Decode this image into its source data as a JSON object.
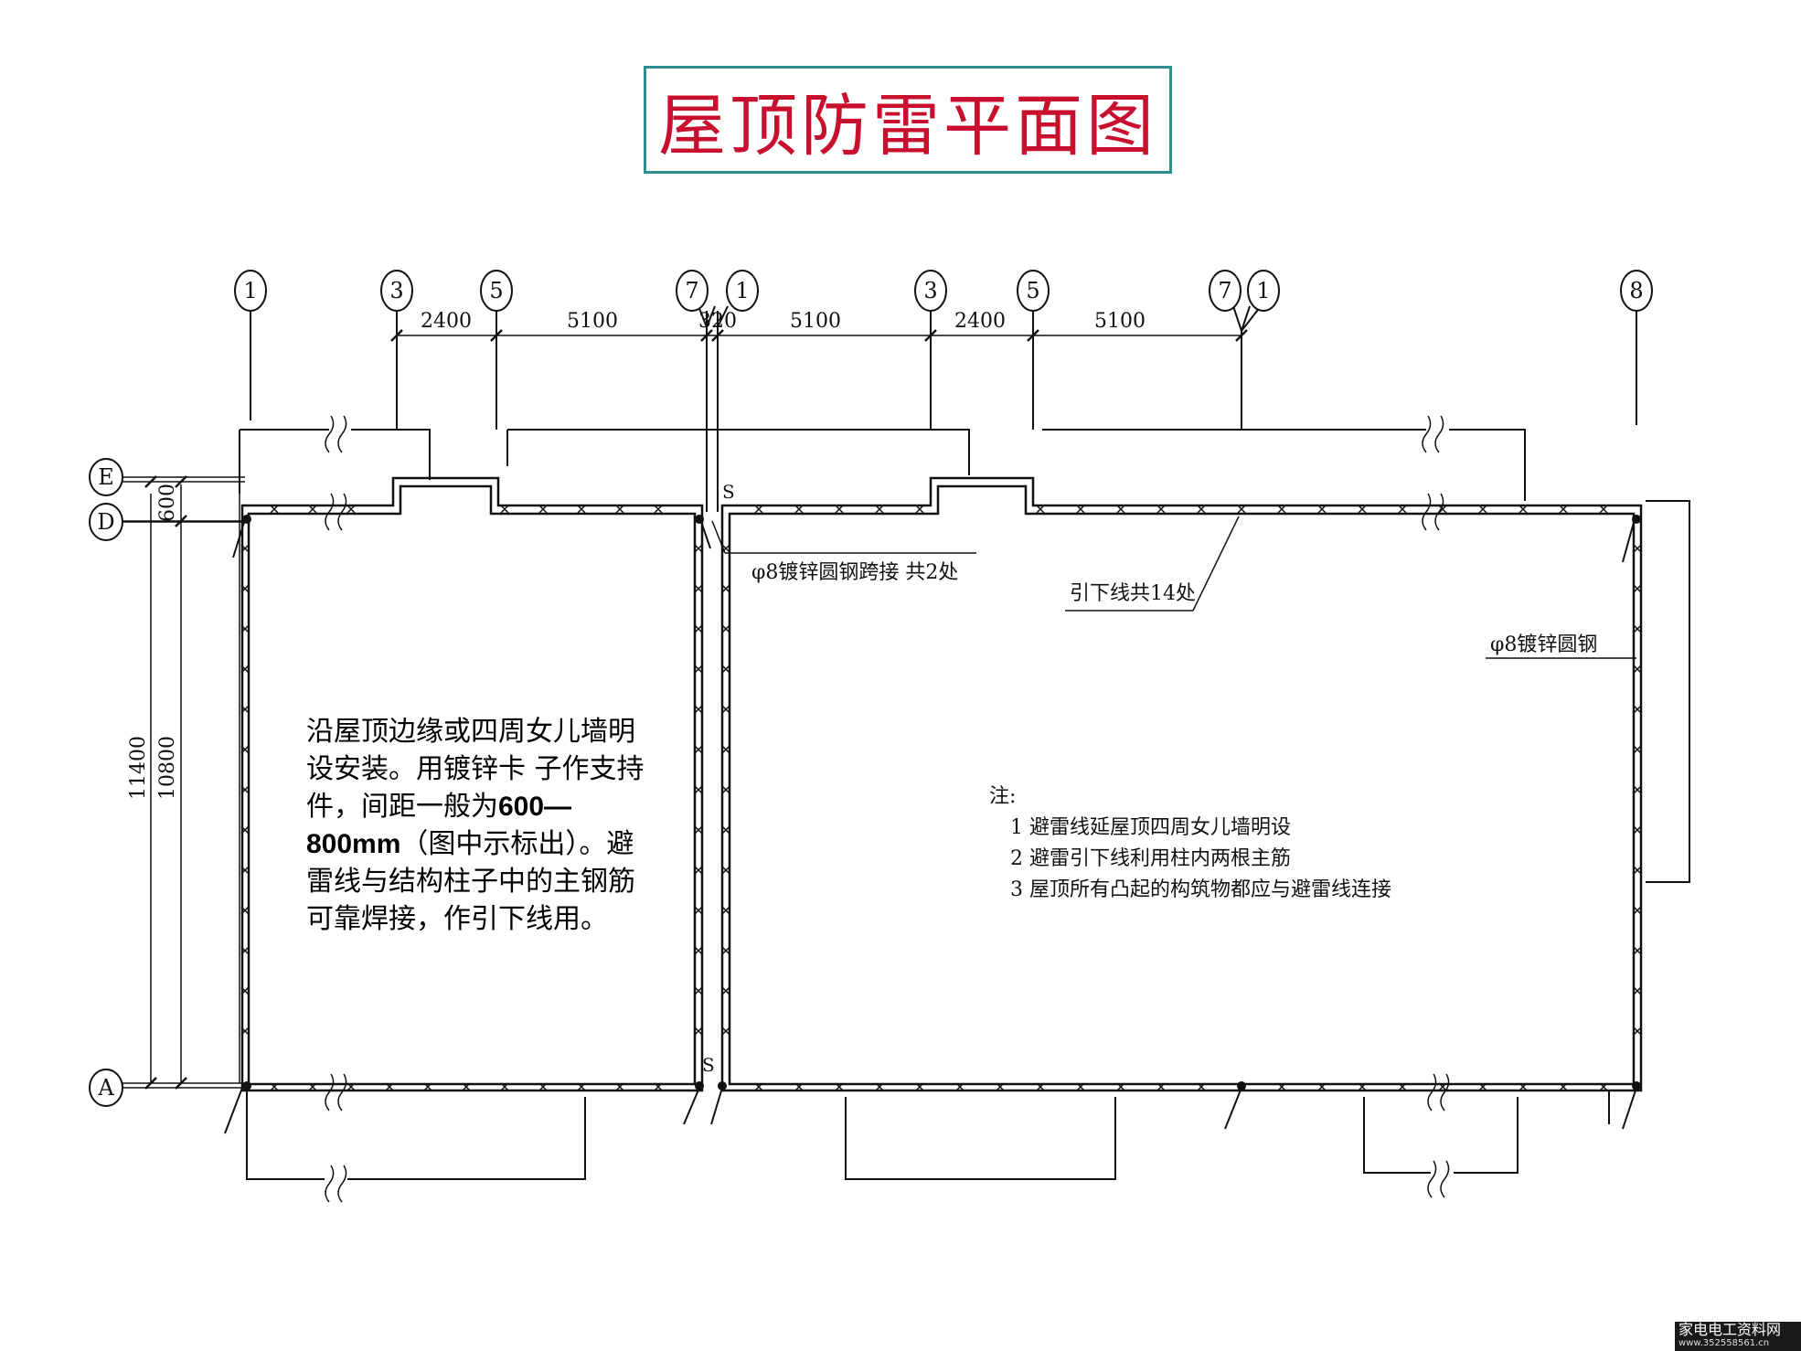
{
  "title": "屋顶防雷平面图",
  "axis_top": [
    "1",
    "3",
    "5",
    "7",
    "1",
    "3",
    "5",
    "7",
    "1",
    "8"
  ],
  "axis_left": [
    "E",
    "D",
    "A"
  ],
  "dims_top": [
    "2400",
    "5100",
    "320",
    "5100",
    "2400",
    "5100"
  ],
  "dims_left": [
    "600",
    "11400",
    "10800"
  ],
  "marker_s": "S",
  "callouts": {
    "jumper": "φ8镀锌圆钢跨接 共2处",
    "down_conductor": "引下线共14处",
    "round_steel": "φ8镀锌圆钢"
  },
  "notes": {
    "heading": "注:",
    "items": [
      "1 避雷线延屋顶四周女儿墙明设",
      "2 避雷引下线利用柱内两根主筋",
      "3 屋顶所有凸起的构筑物都应与避雷线连接"
    ]
  },
  "description": {
    "line1": "沿屋顶边缘或四周女儿墙明",
    "line2": "设安装。用镀锌卡 子作支持",
    "line3a": "件，间距一般为",
    "line3b": "600—",
    "line4a": "800mm",
    "line4b": "（图中示标出）。避",
    "line5": "雷线与结构柱子中的主钢筋",
    "line6": "可靠焊接，作引下线用。"
  },
  "watermark": {
    "site": "家电电工资料网",
    "url": "www.352558561.cn"
  },
  "colors": {
    "title_text": "#c8102e",
    "title_border": "#2f8f8f",
    "drawing": "#111111"
  }
}
